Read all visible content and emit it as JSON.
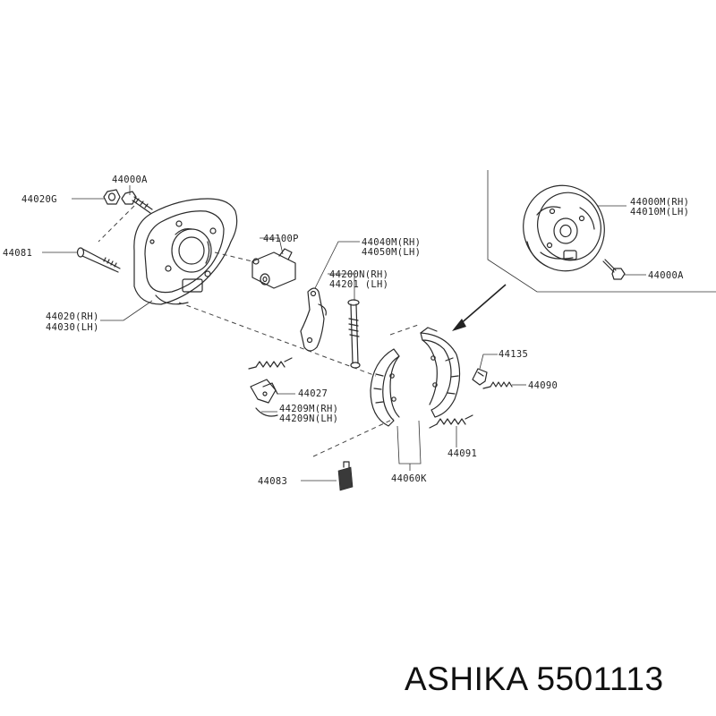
{
  "parts": {
    "p_44000A_top": "44000A",
    "p_44020G": "44020G",
    "p_44081": "44081",
    "p_44100P": "44100P",
    "p_44040M": "44040M(RH)",
    "p_44050M": "44050M(LH)",
    "p_44200N": "44200N(RH)",
    "p_44201": "44201 (LH)",
    "p_44020": "44020(RH)",
    "p_44030": "44030(LH)",
    "p_44027": "44027",
    "p_44209M": "44209M(RH)",
    "p_44209N": "44209N(LH)",
    "p_44135": "44135",
    "p_44090": "44090",
    "p_44091": "44091",
    "p_44083": "44083",
    "p_44060K": "44060K",
    "p_44000M": "44000M(RH)",
    "p_44010M": "44010M(LH)",
    "p_44000A_right": "44000A"
  },
  "footer": {
    "brand": "ASHIKA",
    "part_number": "5501113"
  },
  "colors": {
    "ink": "#2a2a2a",
    "background": "#ffffff"
  }
}
